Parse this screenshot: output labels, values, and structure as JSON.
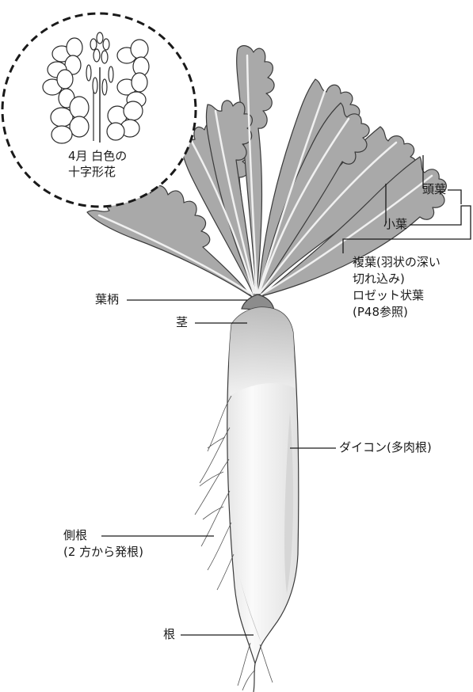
{
  "flower": {
    "line1": "4月 白色の",
    "line2": "十字形花"
  },
  "labels": {
    "terminal_leaf": "頭葉",
    "leaflet": "小葉",
    "compound_leaf_1": "複葉(羽状の深い",
    "compound_leaf_2": "切れ込み)",
    "rosette_1": "ロゼット状葉",
    "rosette_2": "(P48参照)",
    "petiole": "葉柄",
    "stem": "茎",
    "daikon": "ダイコン(多肉根)",
    "lateral_root_1": "側根",
    "lateral_root_2": "(2 方から発根)",
    "root": "根"
  },
  "colors": {
    "leaf_fill": "#a9a9a9",
    "leaf_stroke": "#3a3a3a",
    "root_fill": "#f2f2f2",
    "root_shade": "#c8c8c8",
    "line": "#1a1a1a"
  }
}
